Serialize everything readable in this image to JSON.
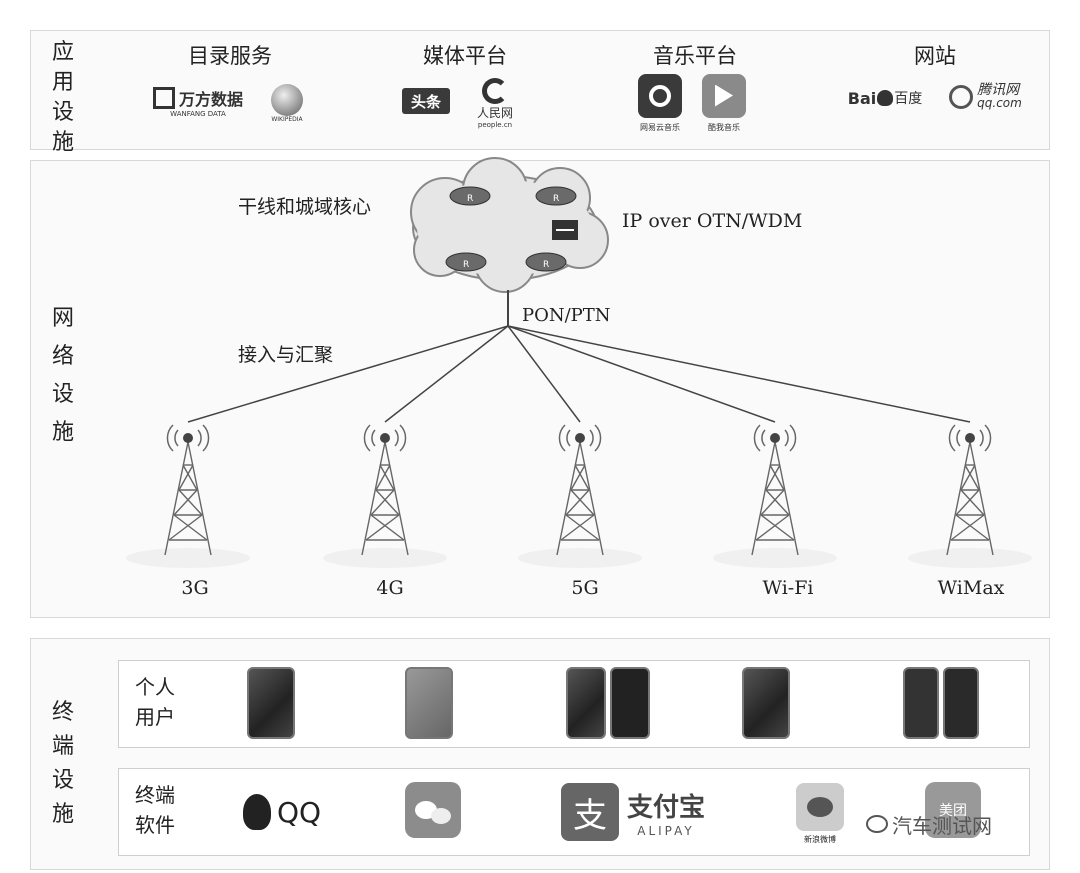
{
  "application": {
    "label": [
      "应",
      "用",
      "设",
      "施"
    ],
    "categories": [
      {
        "title": "目录服务",
        "logos": [
          "万方数据",
          "WANFANG DATA",
          "WIKIPEDIA"
        ]
      },
      {
        "title": "媒体平台",
        "logos": [
          "头条",
          "人民网",
          "people.cn"
        ]
      },
      {
        "title": "音乐平台",
        "logos": [
          "网易云音乐",
          "酷我音乐"
        ]
      },
      {
        "title": "网站",
        "logos": [
          "Bai",
          "百度",
          "腾讯网",
          "qq.com"
        ]
      }
    ]
  },
  "network": {
    "label": [
      "网",
      "络",
      "设",
      "施"
    ],
    "core_label": "干线和城域核心",
    "core_tech": "IP over OTN/WDM",
    "link_label": "PON/PTN",
    "access_label": "接入与汇聚",
    "router_mark": "R",
    "towers": [
      "3G",
      "4G",
      "5G",
      "Wi-Fi",
      "WiMax"
    ]
  },
  "terminal": {
    "label": [
      "终",
      "端",
      "设",
      "施"
    ],
    "personal_users": [
      "个人",
      "用户"
    ],
    "software": [
      "终端",
      "软件"
    ],
    "apps": [
      "QQ",
      "支",
      "支付宝",
      "ALIPAY",
      "新浪微博",
      "美团"
    ],
    "watermark": "汽车测试网"
  }
}
